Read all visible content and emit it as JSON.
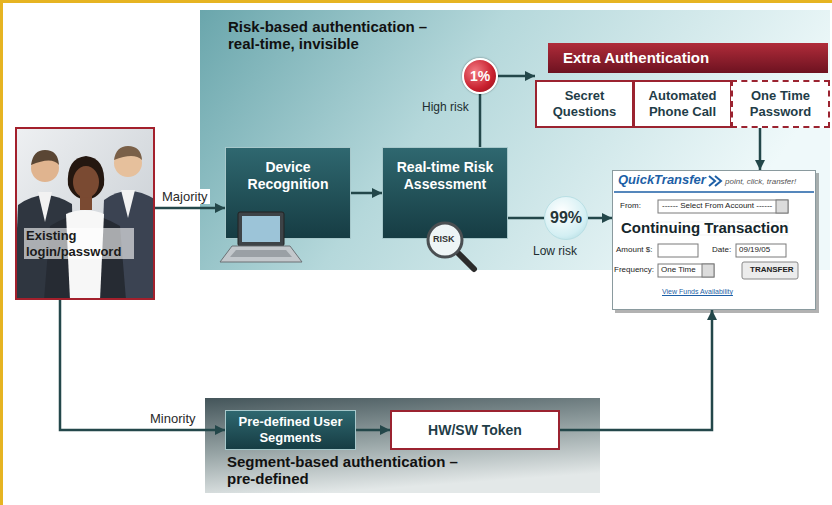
{
  "diagram": {
    "nodes": [
      {
        "text": [
          "Existing login/password"
        ]
      },
      {
        "text": [
          "Risk-based authentication – real-time, invisible"
        ]
      },
      {
        "text": [
          "Device Recognition"
        ],
        "in": 1
      },
      {
        "text": [
          "Real-time Risk Assessment"
        ],
        "in": 1
      },
      {
        "text": [
          "1%"
        ],
        "in": 1
      },
      {
        "text": [
          "99%"
        ],
        "in": 1
      },
      {
        "text": [
          "Extra Authentication"
        ],
        "in": 1
      },
      {
        "text": [
          "Secret Questions"
        ],
        "in": 6
      },
      {
        "text": [
          "Automated Phone Call"
        ],
        "in": 6
      },
      {
        "text": [
          "One Time Password"
        ],
        "in": 6
      },
      {
        "text": [
          "QuickTransfer",
          "point, click, transfer!",
          "Continuing Transaction",
          "From:",
          "------ Select From Account ------",
          "Amount $:",
          "Date:",
          "09/19/05",
          "Frequency:",
          "One Time",
          "TRANSFER",
          "View Funds Availability"
        ]
      },
      {
        "text": [
          "Segment-based authentication – pre-defined"
        ]
      },
      {
        "text": [
          "Pre-defined User Segments"
        ],
        "in": 11
      },
      {
        "text": [
          "HW/SW Token"
        ],
        "in": 11
      }
    ],
    "edges": [
      {
        "from": 0,
        "to": 2,
        "arrow": "to",
        "label": "Majority"
      },
      {
        "from": 2,
        "to": 3,
        "arrow": "to"
      },
      {
        "from": 3,
        "to": 4,
        "arrow": "none"
      },
      {
        "from": 4,
        "to": 6,
        "arrow": "to"
      },
      {
        "from": 3,
        "to": 5,
        "arrow": "none"
      },
      {
        "from": 5,
        "to": 10,
        "arrow": "to"
      },
      {
        "from": 6,
        "to": 10,
        "arrow": "to"
      },
      {
        "from": 0,
        "to": 12,
        "arrow": "to",
        "label": "Minority"
      },
      {
        "from": 12,
        "to": 13,
        "arrow": "to"
      },
      {
        "from": 13,
        "to": 10,
        "arrow": "to"
      }
    ],
    "labels": [
      "High risk",
      "Low risk",
      "RISK"
    ]
  }
}
